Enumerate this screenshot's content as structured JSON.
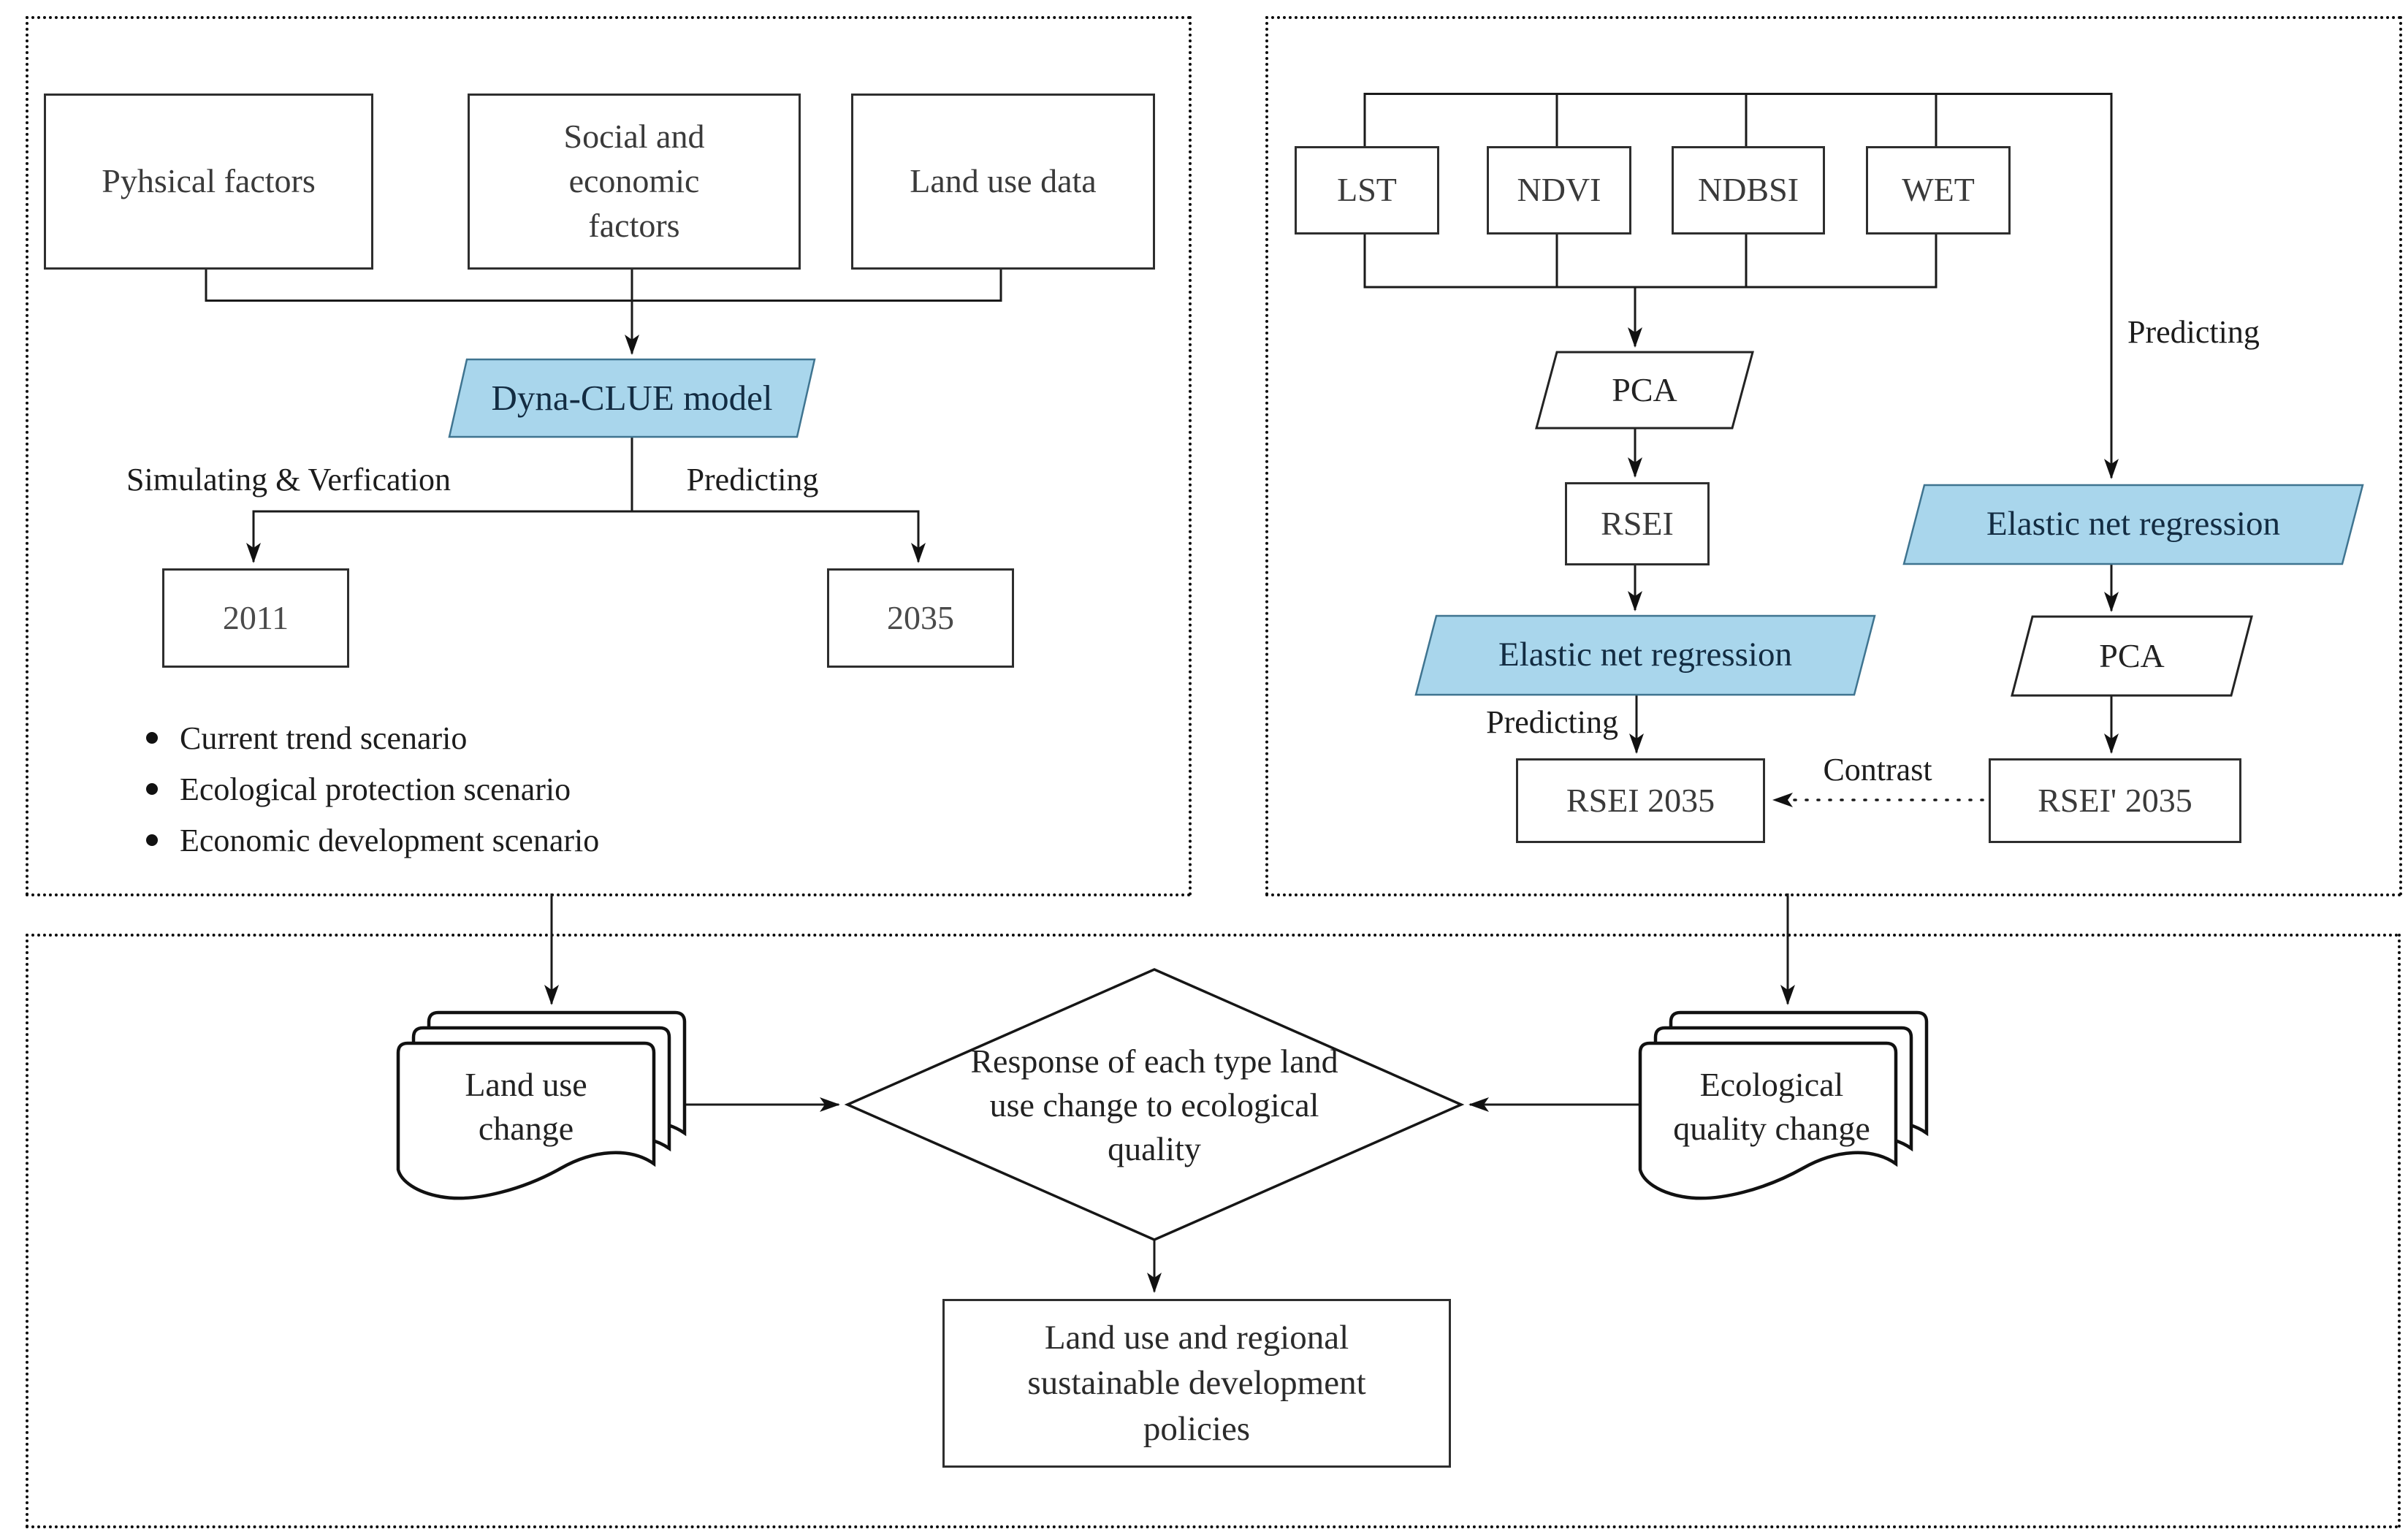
{
  "colors": {
    "accent_fill": "#a9d6ec",
    "accent_stroke": "#3f7490",
    "line": "#1a1a1a",
    "text": "#222222"
  },
  "left_panel": {
    "inputs": {
      "physical": "Pyhsical factors",
      "social": "Social and economic factors",
      "land_use": "Land use data"
    },
    "model": "Dyna-CLUE model",
    "edge_labels": {
      "simulating": "Simulating & Verfication",
      "predicting": "Predicting"
    },
    "years": {
      "start": "2011",
      "end": "2035"
    },
    "scenarios": [
      "Current trend scenario",
      "Ecological protection scenario",
      "Economic development scenario"
    ]
  },
  "right_panel": {
    "indices": [
      "LST",
      "NDVI",
      "NDBSI",
      "WET"
    ],
    "pca_top": "PCA",
    "rsei": "RSEI",
    "elastic_left": "Elastic net regression",
    "elastic_right": "Elastic net regression",
    "pca_right": "PCA",
    "rsei_2035": "RSEI 2035",
    "rsei_prime_2035": "RSEI' 2035",
    "edge_labels": {
      "predicting_right": "Predicting",
      "predicting_branch": "Predicting",
      "contrast": "Contrast"
    }
  },
  "bottom_panel": {
    "land_use_change": "Land use change",
    "ecological_quality_change": "Ecological quality change",
    "decision": "Response of each type land use change to ecological quality",
    "policies": "Land use and regional sustainable development policies"
  }
}
